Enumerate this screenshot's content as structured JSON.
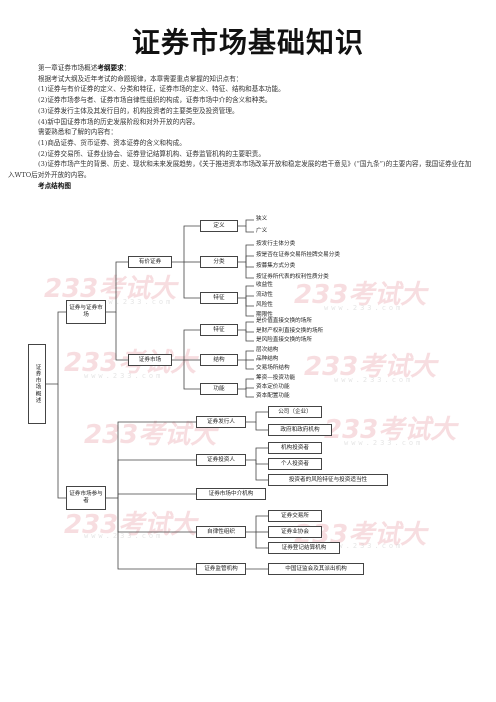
{
  "title": "证券市场基础知识",
  "paragraphs": {
    "p1": "第一章证券市场概述",
    "p1_bold": "考纲要求",
    "p1_end": "：",
    "p2": "根据考试大纲及近年考试的命题规律，本章需要重点掌握的知识点有：",
    "p3": "(1)证券与有价证券的定义、分类和特征，证券市场的定义、特征、结构和基本功能。",
    "p4": "(2)证券市场参与者、证券市场自律性组织的构成，证券市场中介的含义和种类。",
    "p5": "(3)证券发行主体及其发行目的，机构投资者的主要类型及投资管理。",
    "p6": "(4)新中国证券市场的历史发展阶段和对外开放的内容。",
    "p7": "需要熟悉和了解的内容有：",
    "p8": "(1)商品证券、货币证券、资本证券的含义和构成。",
    "p9": "(2)证券交易所、证券业协会、证券登记结算机构、证券监管机构的主要职责。",
    "p10": "(3)证券市场产生的背景、历史、现状和未来发展趋势，《关于推进资本市场改革开放和稳定发展的若干意见》(“国九条”)的主要内容，我国证券业在加入WTO后对外开放的内容。",
    "p11": "考点结构图"
  },
  "diagram": {
    "root": "证券市场概述",
    "n_sec": "证券与证券市场",
    "n_part": "证券市场参与者",
    "youjia": "有价证券",
    "shichang": "证券市场",
    "dingyi": "定义",
    "fenlei": "分类",
    "tezheng1": "特征",
    "tezheng2": "特征",
    "jiegou": "结构",
    "gongneng": "功能",
    "def_leaves": [
      "狭义",
      "广义"
    ],
    "cls_leaves": [
      "按发行主体分类",
      "按是否在证券交易所挂牌交易分类",
      "按募集方式分类",
      "按证券所代表的权利性质分类"
    ],
    "feat1_leaves": [
      "收益性",
      "流动性",
      "风险性",
      "期限性"
    ],
    "feat2_leaves": [
      "是价值直接交换的场所",
      "是财产权利直接交换的场所",
      "是风险直接交换的场所"
    ],
    "struct_leaves": [
      "层次结构",
      "品种结构",
      "交易场所结构"
    ],
    "func_leaves": [
      "筹资—投资功能",
      "资本定价功能",
      "资本配置功能"
    ],
    "issuer": "证券发行人",
    "issuer_leaves": [
      "公司（企业）",
      "政府和政府机构"
    ],
    "investor": "证券投资人",
    "investor_leaves": [
      "机构投资者",
      "个人投资者",
      "投资者的风险特征与投资适当性"
    ],
    "intermediary": "证券市场中介机构",
    "selfreg": "自律性组织",
    "selfreg_leaves": [
      "证券交易所",
      "证券业协会",
      "证券登记结算机构"
    ],
    "regulator": "证券监管机构",
    "regulator_leaves": [
      "中国证监会及其派出机构"
    ],
    "watermark": "233考试大",
    "watermark_url": "www.233.com"
  }
}
